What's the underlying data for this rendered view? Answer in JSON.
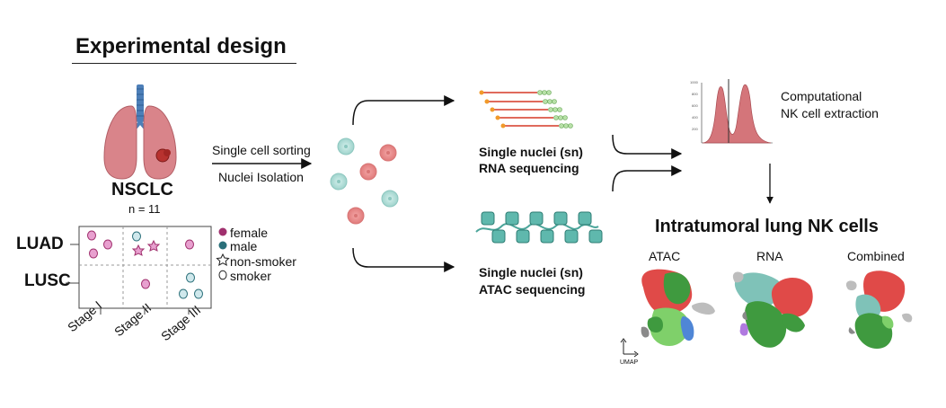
{
  "title": "Experimental design",
  "cohort": {
    "disease": "NSCLC",
    "n_label": "n = 11"
  },
  "grid": {
    "rows": [
      "LUAD",
      "LUSC"
    ],
    "columns": [
      "Stage I",
      "Stage II",
      "Stage III"
    ]
  },
  "legend": {
    "female": "female",
    "male": "male",
    "non_smoker": "non-smoker",
    "smoker": "smoker"
  },
  "steps": {
    "sorting": "Single cell sorting",
    "isolation": "Nuclei Isolation",
    "rna_line1": "Single nuclei (sn)",
    "rna_line2": "RNA sequencing",
    "atac_line1": "Single nuclei (sn)",
    "atac_line2": "ATAC sequencing",
    "extraction_line1": "Computational",
    "extraction_line2": "NK cell extraction"
  },
  "result": {
    "title": "Intratumoral lung NK cells",
    "panels": [
      "ATAC",
      "RNA",
      "Combined"
    ],
    "axis_label": "UMAP"
  },
  "histogram_ticks": [
    "1000",
    "800",
    "600",
    "400",
    "200"
  ],
  "colors": {
    "female": "#e8a0cf",
    "female_stroke": "#a0306e",
    "male": "#cfe8ec",
    "male_stroke": "#2a6f79",
    "red": "#e04a48",
    "green": "#3f9a3f",
    "teal": "#7fc2b8",
    "grey": "#9a9a9a"
  }
}
